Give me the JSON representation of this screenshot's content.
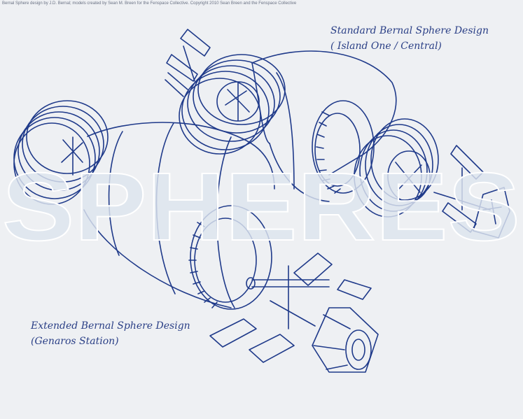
{
  "credit": "Bernal Sphere design by J.D. Bernal; models created by Sean M. Breen for the Fenspace Collective. Copyright 2010 Sean Breen and the Fenspace Collective",
  "watermark": "SPHERES",
  "captions": {
    "standard_line1": "Standard Bernal Sphere Design",
    "standard_line2": "( Island One / Central)",
    "extended_line1": "Extended Bernal Sphere Design",
    "extended_line2": "(Genaros Station)"
  },
  "colors": {
    "ink": "#1f3a8a",
    "watermark_fill": "#dde4ee",
    "watermark_stroke": "#ffffff",
    "background": "#eef0f3"
  }
}
